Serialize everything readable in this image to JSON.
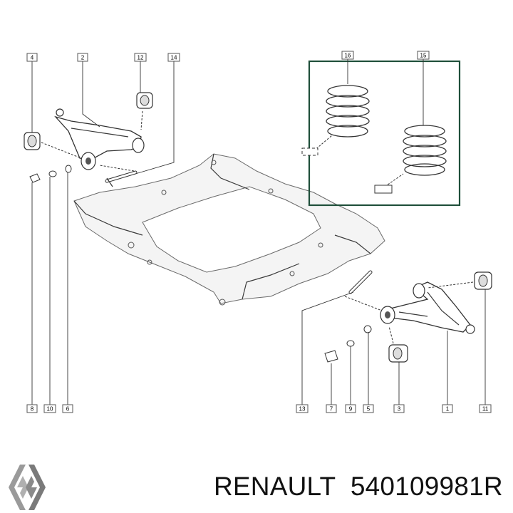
{
  "brand": "RENAULT",
  "part_number": "540109981R",
  "callouts": {
    "c4": "4",
    "c2": "2",
    "c12": "12",
    "c14": "14",
    "c16": "16",
    "c15": "15",
    "c8": "8",
    "c10": "10",
    "c6": "6",
    "c13": "13",
    "c7": "7",
    "c9": "9",
    "c5": "5",
    "c3": "3",
    "c1": "1",
    "c11": "11"
  },
  "colors": {
    "highlight_box": "#1f4f3a",
    "callout_border": "#555555"
  },
  "logo_icon": "renault-diamond-logo"
}
